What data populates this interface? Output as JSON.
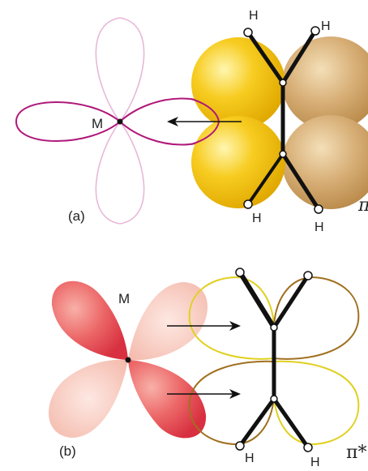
{
  "panel_a": {
    "label": "(a)",
    "metal_label": "M",
    "atoms": [
      "H",
      "H",
      "H",
      "H"
    ],
    "orbital_label": "π"
  },
  "panel_b": {
    "label": "(b)",
    "metal_label": "M",
    "atoms": [
      "H",
      "H"
    ],
    "orbital_label": "π*"
  },
  "colors": {
    "d_orbital_outline": "#b0187a",
    "d_orbital_faint": "#e8b8d8",
    "pi_yellow": "#f5c518",
    "pi_tan": "#d4aa6a",
    "red_lobe": "#e8444c",
    "pink_lobe": "#f6c2b8",
    "yellow_outline": "#e0d020",
    "brown_outline": "#a07020"
  }
}
